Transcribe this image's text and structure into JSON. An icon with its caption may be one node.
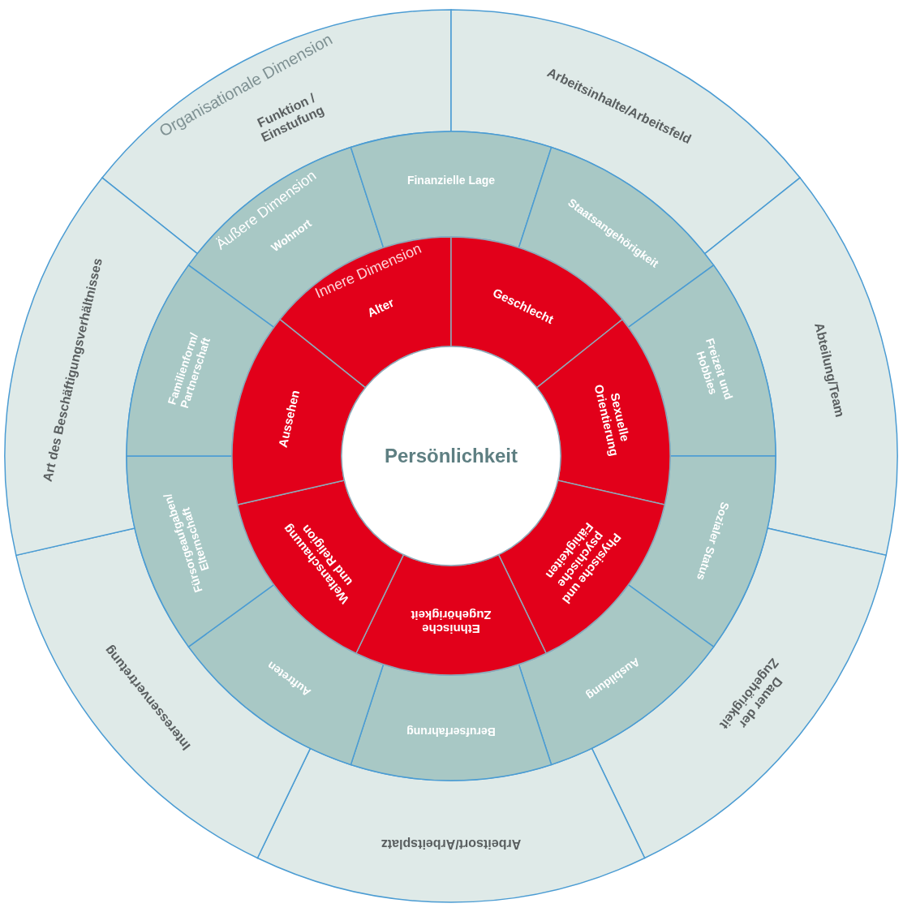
{
  "diagram": {
    "nodes": [
      {
        "text": [
          "Persönlichkeit"
        ]
      },
      {
        "text": [
          "Innere Dimension",
          "Alter"
        ]
      },
      {
        "text": [
          "Geschlecht"
        ]
      },
      {
        "text": [
          "Sexuelle Orientierung"
        ]
      },
      {
        "text": [
          "Physische und psychische Fähigkeiten"
        ]
      },
      {
        "text": [
          "Ethnische Zugehörigkeit"
        ]
      },
      {
        "text": [
          "Weltanschauung und Religion"
        ]
      },
      {
        "text": [
          "Aussehen"
        ]
      },
      {
        "text": [
          "Äußere Dimension",
          "Wohnort"
        ]
      },
      {
        "text": [
          "Finanzielle Lage"
        ]
      },
      {
        "text": [
          "Staatsangehörigkeit"
        ]
      },
      {
        "text": [
          "Freizeit und Hobbies"
        ]
      },
      {
        "text": [
          "Sozialer Status"
        ]
      },
      {
        "text": [
          "Ausbildung"
        ]
      },
      {
        "text": [
          "Berufserfahrung"
        ]
      },
      {
        "text": [
          "Auftreten"
        ]
      },
      {
        "text": [
          "Fürsorgeaufgaben/ Elternschaft"
        ]
      },
      {
        "text": [
          "Familienform/ Partnerschaft"
        ]
      },
      {
        "text": [
          "Organisationale Dimension",
          "Funktion / Einstufung"
        ]
      },
      {
        "text": [
          "Arbeitsinhalte/Arbeitsfeld"
        ]
      },
      {
        "text": [
          "Abteilung/Team"
        ]
      },
      {
        "text": [
          "Dauer der Zugehörigkeit"
        ]
      },
      {
        "text": [
          "Arbeitsort/Arbeitsplatz"
        ]
      },
      {
        "text": [
          "Interessenvertretung"
        ]
      },
      {
        "text": [
          "Art des Beschäftigungsverhältnisses"
        ]
      }
    ]
  }
}
